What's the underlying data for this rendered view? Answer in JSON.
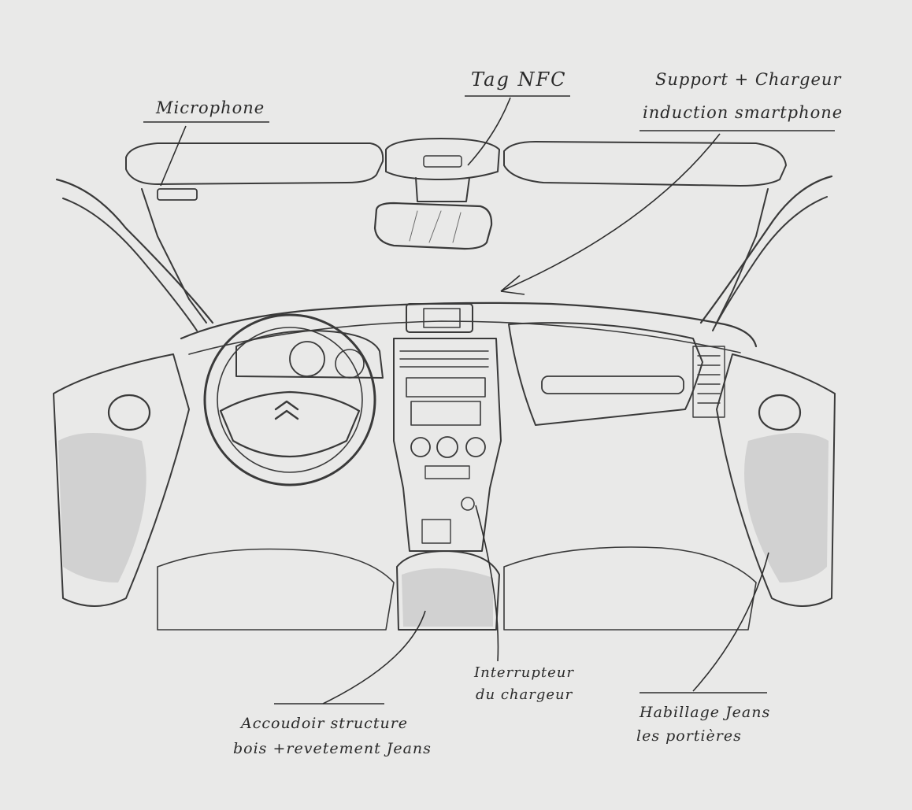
{
  "annotations": {
    "microphone": "Microphone",
    "nfc_tag": "Tag NFC",
    "support_line1": "Support + Chargeur",
    "support_line2": "induction smartphone",
    "switch_line1": "Interrupteur",
    "switch_line2": "du chargeur",
    "armrest_line1": "Accoudoir structure",
    "armrest_line2": "bois +revetement Jeans",
    "doors_line1": "Habillage Jeans",
    "doors_line2": "les portières"
  },
  "colors": {
    "paper": "#e9e9e8",
    "ink": "#2a2a2a"
  }
}
